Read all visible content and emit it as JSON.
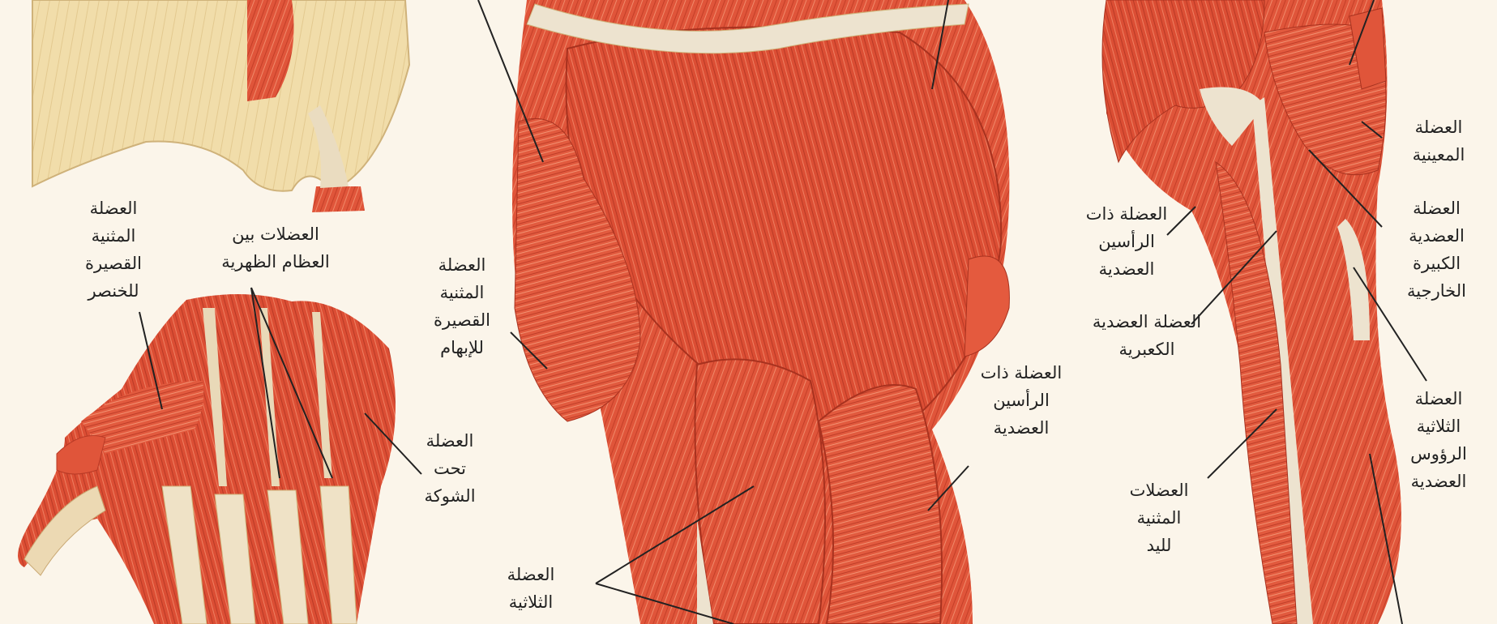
{
  "colors": {
    "background": "#fbf5ea",
    "muscle": "#e0553a",
    "muscle_dark": "#b83a26",
    "muscle_light": "#f08a6a",
    "bone": "#f1ddaa",
    "tendon": "#ede3cf",
    "leader_line": "#222222"
  },
  "labels": {
    "abductor_digiti_minimi": "العضلة\nالمثنية\nالقصيرة\nللخنصر",
    "dorsal_interossei": "العضلات بين\nالعظام الظهرية",
    "flexor_pollicis_brevis": "العضلة\nالمثنية\nالقصيرة\nللإبهام",
    "infraspinatus": "العضلة\nتحت\nالشوكة",
    "triceps_bottom": "العضلة\nالثلاثية",
    "biceps_center": "العضلة ذات\nالرأسين\nالعضدية",
    "biceps_right": "العضلة ذات\nالرأسين\nالعضدية",
    "brachioradialis": "العضلة العضدية\nالكعبرية",
    "forearm_flexors": "العضلات\nالمثنية\nلليد",
    "anconeus": "العضلة\nالمعينية",
    "extensor_carpi_radialis": "العضلة\nالعضدية\nالكبيرة\nالخارجية",
    "triceps_right": "العضلة\nالثلاثية\nالرؤوس\nالعضدية"
  }
}
